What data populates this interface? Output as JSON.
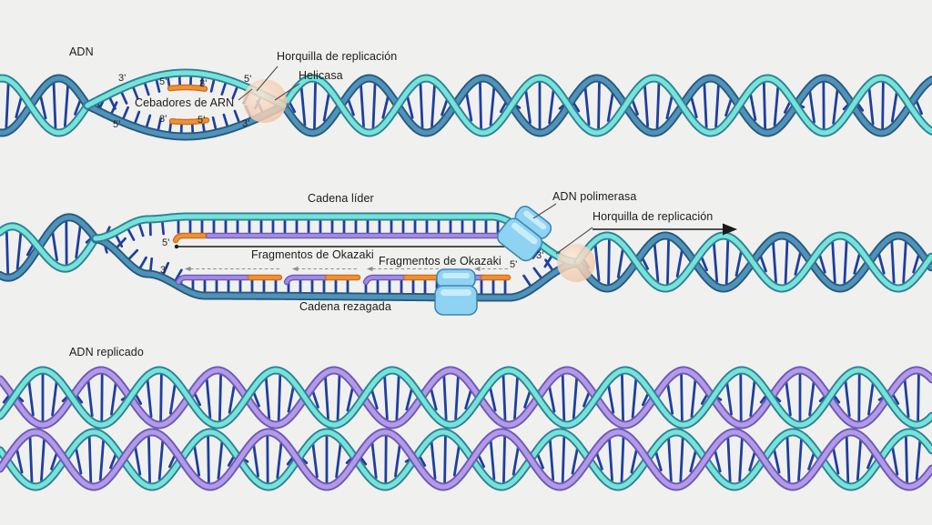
{
  "colors": {
    "background": "#f0f0ee",
    "base_pair": "#1e3f9f",
    "teal_light": "#76e3d8",
    "teal_dark": "#2e8098",
    "steel_light": "#4f93ba",
    "steel_dark": "#28597c",
    "purple_light": "#b19ae8",
    "purple_dark": "#6e58b4",
    "new_strand_light": "#a18ce2",
    "new_strand_dark": "#6e59b8",
    "primer_light": "#f09038",
    "primer_dark": "#cf7014",
    "helicase_inner": "#fae6d6",
    "helicase_outer": "#efc3a4",
    "polymerase_body": "#8fd3f2",
    "polymerase_stroke": "#3f85b3",
    "polymerase_highlight": "#c9ecfb",
    "arrow_black": "#1a1a1a",
    "arrow_gray": "#8e8e8e",
    "leader_line": "#4d4d4d",
    "text": "#1c1c1c"
  },
  "sections": {
    "top": {
      "adn_label": "ADN",
      "horquilla_label": "Horquilla de replicación",
      "helicasa_label": "Helicasa",
      "cebadores_label": "Cebadores de ARN",
      "primes": {
        "outer_top": "3'",
        "outer_bottom": "5'",
        "primer_top_left": "5'",
        "primer_top_right": "3'",
        "primer_bottom_left": "3'",
        "primer_bottom_right": "5'",
        "fork_top": "5'",
        "fork_bottom": "3'"
      }
    },
    "middle": {
      "cadena_lider_label": "Cadena líder",
      "fragmentos_label_1": "Fragmentos de Okazaki",
      "fragmentos_label_2": "Fragmentos de Okazaki",
      "cadena_rezagada_label": "Cadena rezagada",
      "adn_polimerasa_label": "ADN polimerasa",
      "horquilla_label": "Horquilla de replicación",
      "primes": {
        "leading_start": "5'",
        "leading_end": "3'",
        "lagging_start": "3'",
        "lagging_end": "5'"
      }
    },
    "bottom": {
      "adn_replicado_label": "ADN replicado"
    }
  }
}
